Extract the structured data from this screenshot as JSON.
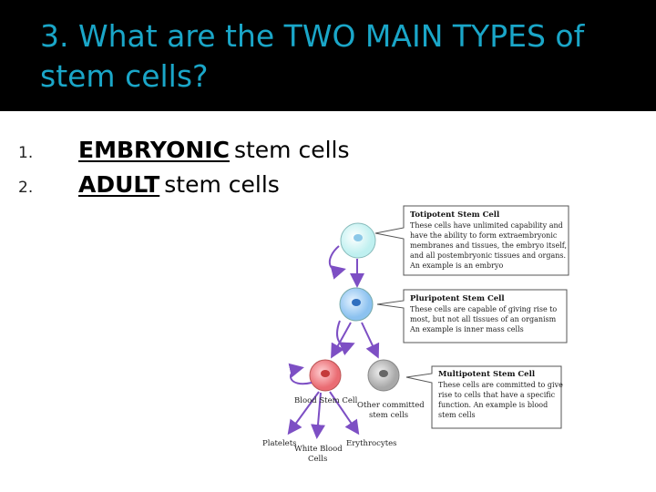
{
  "slide": {
    "title": "3. What are the TWO MAIN TYPES of stem cells?",
    "items": [
      {
        "number": "1.",
        "emphasis": "EMBRYONIC",
        "rest": "stem cells"
      },
      {
        "number": "2.",
        "emphasis": "ADULT",
        "rest": "stem cells"
      }
    ]
  },
  "diagram": {
    "boxes": [
      {
        "heading": "Totipotent Stem Cell",
        "lines": [
          "These cells have unlimited capability and",
          "have the ability to form extraembryonic",
          "membranes and tissues, the embryo itself,",
          "and all postembryonic tissues and organs.",
          "An example is an embryo"
        ]
      },
      {
        "heading": "Pluripotent Stem Cell",
        "lines": [
          "These cells are capable of giving rise to",
          "most, but not all tissues of an organism",
          "An example is inner mass cells"
        ]
      },
      {
        "heading": "Multipotent Stem Cell",
        "lines": [
          "These cells are committed to give",
          "rise to cells that have a specific",
          "function. An example is blood",
          "stem cells"
        ]
      }
    ],
    "labels": {
      "blood_stem_cell": "Blood Stem Cell",
      "other_committed": [
        "Other committed",
        "stem cells"
      ],
      "platelets": "Platelets",
      "white_blood_cells": [
        "White Blood",
        "Cells"
      ],
      "erythrocytes": "Erythrocytes"
    },
    "colors": {
      "totipotent_cell": "#bff0f0",
      "pluripotent_cell": "#a6d0f5",
      "blood_stem_cell": "#f08e93",
      "other_cell": "#bcbcbc",
      "arrow": "#7d4fc4",
      "title": "#1aa6c8"
    }
  }
}
